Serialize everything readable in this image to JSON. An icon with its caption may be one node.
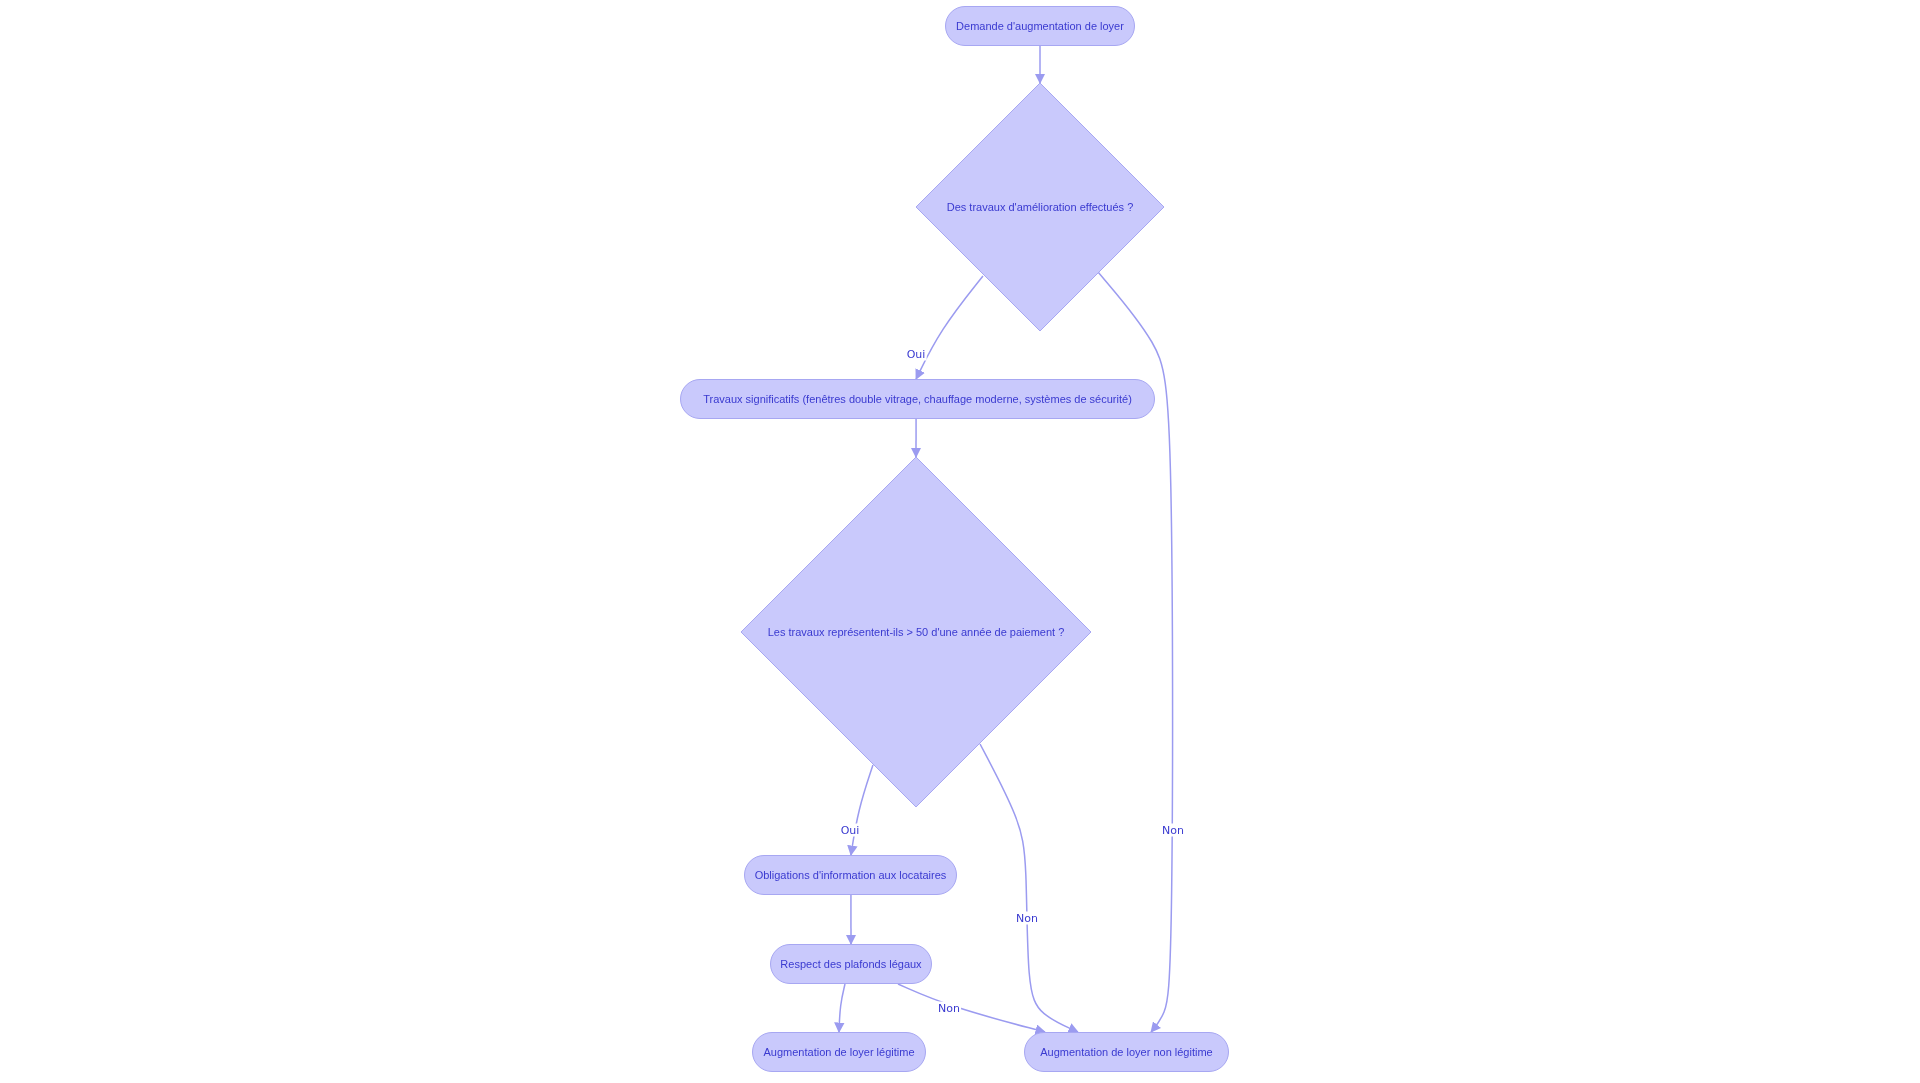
{
  "diagram": {
    "nodes": [
      {
        "text": [
          "Demande d'augmentation de loyer"
        ]
      },
      {
        "text": [
          "Des travaux d'amélioration effectués ?"
        ]
      },
      {
        "text": [
          "Travaux significatifs (fenêtres double vitrage, chauffage moderne, systèmes de sécurité)"
        ]
      },
      {
        "text": [
          "Les travaux représentent-ils > 50 d'une année de paiement ?"
        ]
      },
      {
        "text": [
          "Obligations d'information aux locataires"
        ]
      },
      {
        "text": [
          "Respect des plafonds légaux"
        ]
      },
      {
        "text": [
          "Augmentation de loyer légitime"
        ]
      },
      {
        "text": [
          "Augmentation de loyer non légitime"
        ]
      }
    ],
    "edges": [
      {
        "from": 0,
        "to": 1,
        "arrow": "to"
      },
      {
        "from": 1,
        "to": 2,
        "arrow": "to",
        "label": "Oui"
      },
      {
        "from": 1,
        "to": 7,
        "arrow": "to",
        "label": "Non"
      },
      {
        "from": 2,
        "to": 3,
        "arrow": "to"
      },
      {
        "from": 3,
        "to": 4,
        "arrow": "to",
        "label": "Oui"
      },
      {
        "from": 3,
        "to": 7,
        "arrow": "to",
        "label": "Non"
      },
      {
        "from": 4,
        "to": 5,
        "arrow": "to"
      },
      {
        "from": 5,
        "to": 6,
        "arrow": "to"
      },
      {
        "from": 5,
        "to": 7,
        "arrow": "to",
        "label": "Non"
      }
    ]
  }
}
